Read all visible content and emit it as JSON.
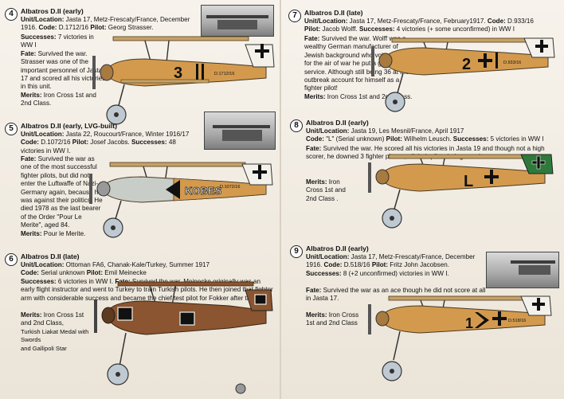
{
  "panels": [
    {
      "id": "4",
      "number": "4",
      "title": "Albatros D.II (early)",
      "unit_label": "Unit/Location:",
      "unit": "Jasta 17, Metz-Frescaty/France, December 1916.",
      "code_label": "Code:",
      "code": "D.1712/16",
      "pilot_label": "Pilot:",
      "pilot": "Georg Strasser.",
      "successes_label": "Successes:",
      "successes": "7 victories in WW I",
      "fate_label": "Fate:",
      "fate": "Survived the war. Strasser was one of the important personnel of Jasta 17 and scored all his victories in this unit.",
      "merits_label": "Merits:",
      "merits": "Iron Cross 1st and 2nd Class.",
      "marking": "3",
      "serial": "D.1712/16"
    },
    {
      "id": "5",
      "number": "5",
      "title": "Albatros D.II (early, LVG-built)",
      "unit_label": "Unit/Location:",
      "unit": "Jasta 22, Roucourt/France, Winter 1916/17",
      "code_label": "Code:",
      "code": "D.1072/16",
      "pilot_label": "Pilot:",
      "pilot": "Josef Jacobs.",
      "successes_label": "Successes:",
      "successes": "48 victories in WW I.",
      "fate_label": "Fate:",
      "fate": "Survived the war as one of the most successful fighter pilots, but did not enter the Luftwaffe of Nazi-Germany again, because he was against their politics. He died 1978 as the last bearer of the Order \"Pour Le Merite\", aged 84.",
      "merits_label": "Merits:",
      "merits": "Pour le Merite.",
      "marking": "KOBES",
      "serial": "D.1072/16"
    },
    {
      "id": "6",
      "number": "6",
      "title": "Albatros D.II (late)",
      "unit_label": "Unit/Location:",
      "unit": "Ottoman FA6, Chanak-Kale/Turkey, Summer 1917",
      "code_label": "Code:",
      "code": "Serial unknown",
      "pilot_label": "Pilot:",
      "pilot": "Emil Meinecke",
      "successes_label": "Successes:",
      "successes": "6 victories in WW I.",
      "fate_label": "Fate:",
      "fate": "Survived the war. Meinecke originally was an early flight instructor and went to Turkey to train Turkish pilots. He then joined that fighter arm with considerable success and became the chief test pilot for Fokker after the war.",
      "merits_label": "Merits:",
      "merits_1": "Iron Cross 1st and 2nd Class,",
      "merits_2": "Turkish Liakat Medal with Swords",
      "merits_3": "and Gallipoli Star"
    },
    {
      "id": "7",
      "number": "7",
      "title": "Albatros D.II (late)",
      "unit_label": "Unit/Location:",
      "unit": "Jasta 17, Metz-Frescaty/France, February1917.",
      "code_label": "Code:",
      "code": "D.933/16",
      "pilot_label": "Pilot:",
      "pilot": "Jacob Wolff.",
      "successes_label": "Successes:",
      "successes": "4 victories (+ some unconfirmed) in WW I",
      "fate_label": "Fate:",
      "fate": "Survived the war. Wolff was a wealthy German manufacturer of Jewish background who volunteered for the air of war he put a good service. Although still being 36 at the outbreak account for himself as a fighter pilot!",
      "merits_label": "Merits:",
      "merits": "Iron Cross 1st and 2nd Class.",
      "marking": "2",
      "serial": "D.933/16"
    },
    {
      "id": "8",
      "number": "8",
      "title": "Albatros D.II (early)",
      "unit_label": "Unit/Location:",
      "unit": "Jasta 19, Les Mesnil/France, April 1917",
      "code_label": "Code:",
      "code": "\"L\" (Serial unknown)",
      "pilot_label": "Pilot:",
      "pilot": "Wilhelm Leusch.",
      "successes_label": "Successes:",
      "successes": "5 victories in WW I",
      "fate_label": "Fate:",
      "fate": "Survived the war. He scored all his victories in Jasta 19 and though not a high scorer, he downed 3 fighter planes, all their pilots being aces!",
      "merits_label": "Merits:",
      "merits": "Iron Cross 1st and 2nd Class .",
      "marking": "L"
    },
    {
      "id": "9",
      "number": "9",
      "title": "Albatros D.II (early)",
      "unit_label": "Unit/Location:",
      "unit": "Jasta 17, Metz-Frescaty/France, December 1916.",
      "code_label": "Code:",
      "code": "D.518/16",
      "pilot_label": "Pilot:",
      "pilot": "Fritz John Jacobsen.",
      "successes_label": "Successes:",
      "successes": "8 (+2 unconfirmed) victories in WW I.",
      "fate_label": "Fate:",
      "fate": "Survived the war as an ace though he did not score at all in Jasta 17.",
      "merits_label": "Merits:",
      "merits": "Iron Cross 1st and 2nd Class",
      "marking": "1",
      "serial": "D.518/16"
    }
  ],
  "colors": {
    "fuselage_tan": "#d39a4e",
    "fuselage_brown": "#8a5530",
    "wing_tan": "#c8a263",
    "cross_black": "#111111",
    "green_rudder": "#2e7a3a",
    "background": "#f3eee6"
  }
}
